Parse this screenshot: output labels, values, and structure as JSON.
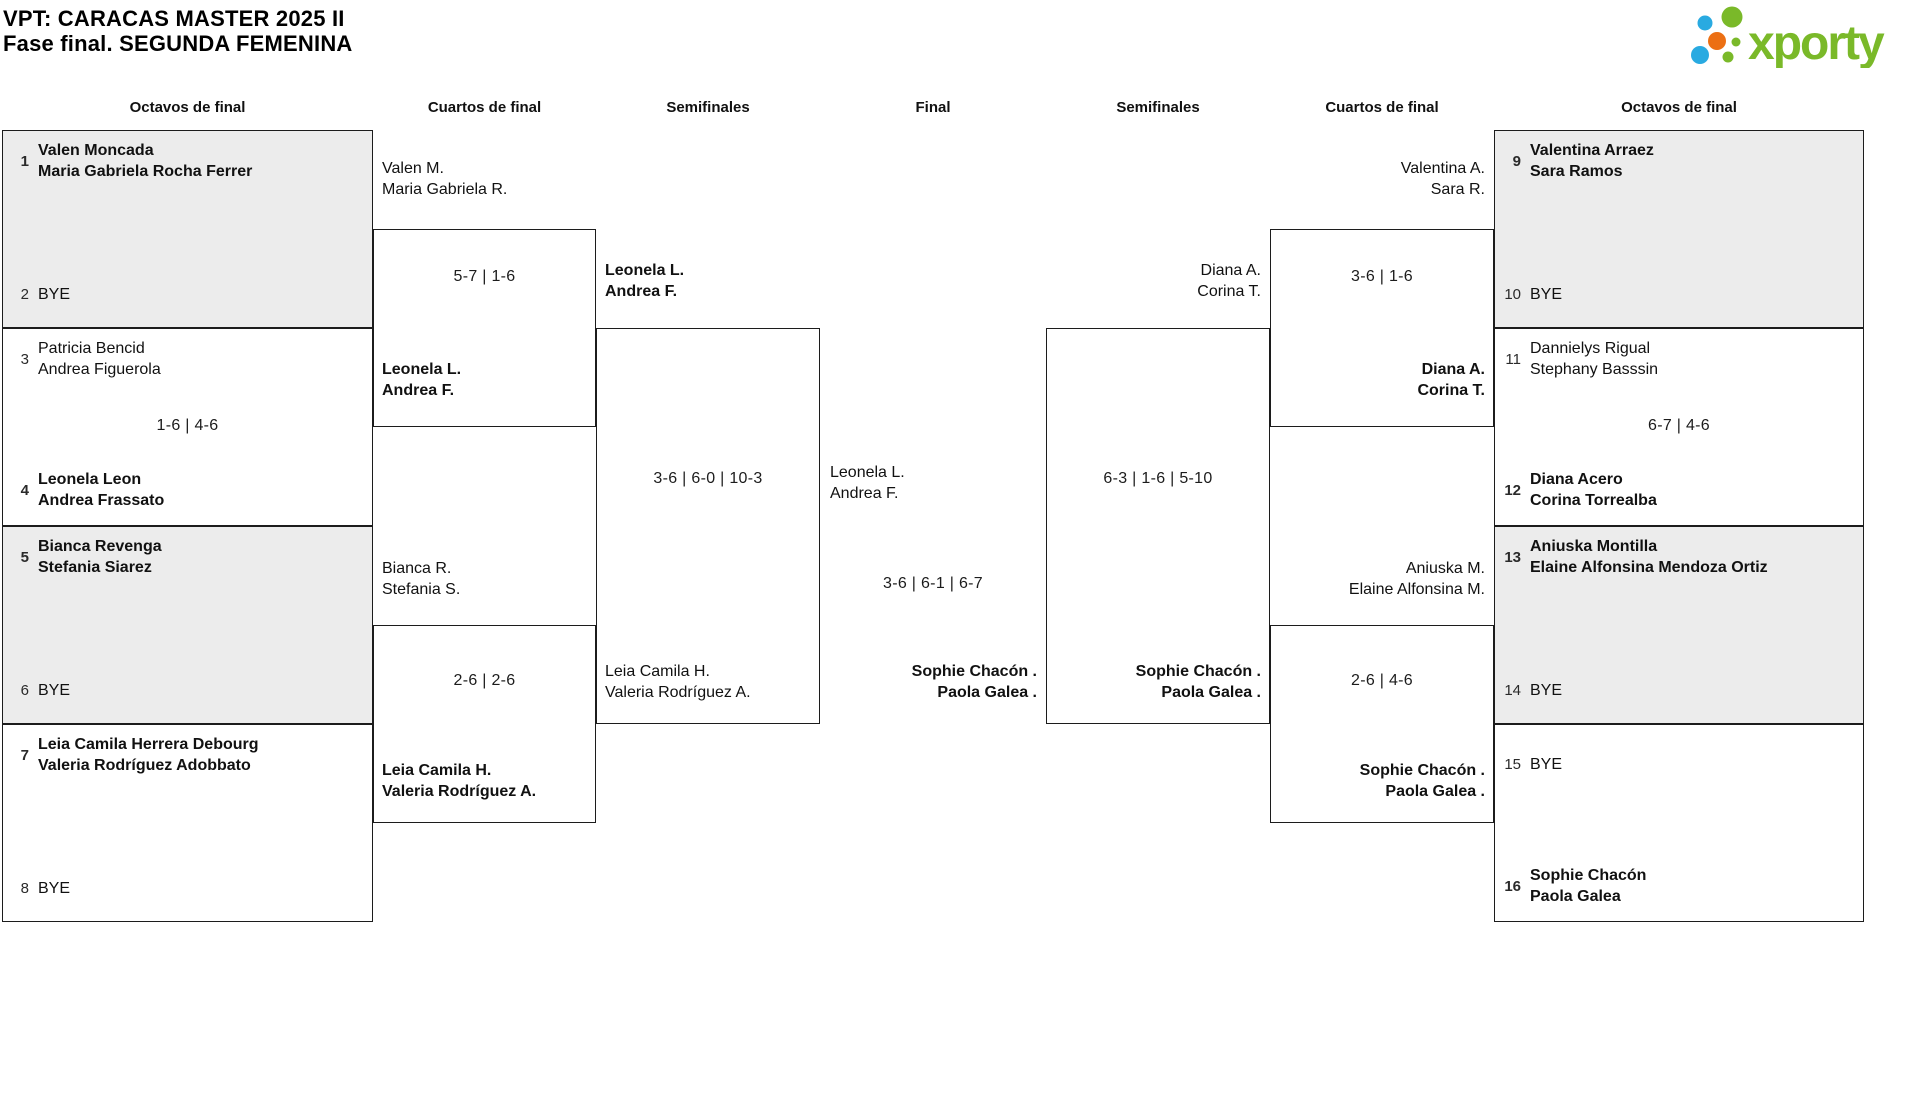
{
  "title": {
    "line1": "VPT: CARACAS MASTER 2025 II",
    "line2": "Fase final. SEGUNDA FEMENINA"
  },
  "logo": {
    "brand": "xporty"
  },
  "colors": {
    "logo_green": "#7ab929",
    "logo_blue": "#29aae1",
    "logo_orange": "#ec6f13",
    "shaded_box": "#ececec"
  },
  "round_headers": [
    "Octavos de final",
    "Cuartos de final",
    "Semifinales",
    "Final",
    "Semifinales",
    "Cuartos de final",
    "Octavos de final"
  ],
  "chart_data": {
    "type": "table",
    "title": "VPT: CARACAS MASTER 2025 II — Fase final. SEGUNDA FEMENINA (bracket)",
    "rounds": [
      "Octavos de final",
      "Cuartos de final",
      "Semifinales",
      "Final"
    ],
    "entries": [
      {
        "seed": 1,
        "team": "Valen Moncada / Maria Gabriela Rocha Ferrer"
      },
      {
        "seed": 2,
        "team": "BYE"
      },
      {
        "seed": 3,
        "team": "Patricia Bencid / Andrea Figuerola"
      },
      {
        "seed": 4,
        "team": "Leonela Leon / Andrea Frassato"
      },
      {
        "seed": 5,
        "team": "Bianca Revenga / Stefania Siarez"
      },
      {
        "seed": 6,
        "team": "BYE"
      },
      {
        "seed": 7,
        "team": "Leia Camila Herrera Debourg / Valeria Rodríguez Adobbato"
      },
      {
        "seed": 8,
        "team": "BYE"
      },
      {
        "seed": 9,
        "team": "Valentina Arraez / Sara Ramos"
      },
      {
        "seed": 10,
        "team": "BYE"
      },
      {
        "seed": 11,
        "team": "Dannielys Rigual / Stephany Basssin"
      },
      {
        "seed": 12,
        "team": "Diana Acero / Corina Torrealba"
      },
      {
        "seed": 13,
        "team": "Aniuska Montilla / Elaine Alfonsina Mendoza Ortiz"
      },
      {
        "seed": 14,
        "team": "BYE"
      },
      {
        "seed": 15,
        "team": "BYE"
      },
      {
        "seed": 16,
        "team": "Sophie Chacón / Paola Galea"
      }
    ],
    "results": [
      {
        "round": "Octavos",
        "match": "3-4",
        "score": "1-6 | 4-6",
        "winner": "Leonela Leon / Andrea Frassato"
      },
      {
        "round": "Octavos",
        "match": "11-12",
        "score": "6-7 | 4-6",
        "winner": "Diana Acero / Corina Torrealba"
      },
      {
        "round": "Cuartos",
        "match": "QF1",
        "score": "5-7 | 1-6",
        "winner": "Leonela L. / Andrea F."
      },
      {
        "round": "Cuartos",
        "match": "QF2",
        "score": "2-6 | 2-6",
        "winner": "Leia Camila H. / Valeria Rodríguez A."
      },
      {
        "round": "Cuartos",
        "match": "QF3",
        "score": "3-6 | 1-6",
        "winner": "Diana A. / Corina T."
      },
      {
        "round": "Cuartos",
        "match": "QF4",
        "score": "2-6 | 4-6",
        "winner": "Sophie Chacón . / Paola Galea ."
      },
      {
        "round": "Semifinal",
        "match": "SF izquierda",
        "score": "3-6 | 6-0 | 10-3",
        "winner": "Leonela L. / Andrea F."
      },
      {
        "round": "Semifinal",
        "match": "SF derecha",
        "score": "6-3 | 1-6 | 5-10",
        "winner": "Sophie Chacón . / Paola Galea ."
      },
      {
        "round": "Final",
        "match": "Final",
        "score": "3-6 | 6-1 | 6-7",
        "winner": "Sophie Chacón . / Paola Galea ."
      }
    ]
  },
  "matches": {
    "ol1": {
      "top_seed": "1",
      "top_names": [
        "Valen Moncada",
        "Maria Gabriela Rocha Ferrer"
      ],
      "bottom_seed": "2",
      "bottom_bye": "BYE"
    },
    "ol2": {
      "top_seed": "3",
      "top_names": [
        "Patricia Bencid",
        "Andrea Figuerola"
      ],
      "score": "1-6 | 4-6",
      "bottom_seed": "4",
      "bottom_names": [
        "Leonela Leon",
        "Andrea Frassato"
      ]
    },
    "ol3": {
      "top_seed": "5",
      "top_names": [
        "Bianca Revenga",
        "Stefania Siarez"
      ],
      "bottom_seed": "6",
      "bottom_bye": "BYE"
    },
    "ol4": {
      "top_seed": "7",
      "top_names": [
        "Leia Camila Herrera Debourg",
        "Valeria Rodríguez Adobbato"
      ],
      "bottom_seed": "8",
      "bottom_bye": "BYE"
    },
    "or1": {
      "top_seed": "9",
      "top_names": [
        "Valentina Arraez",
        "Sara Ramos"
      ],
      "bottom_seed": "10",
      "bottom_bye": "BYE"
    },
    "or2": {
      "top_seed": "11",
      "top_names": [
        "Dannielys Rigual",
        "Stephany Basssin"
      ],
      "score": "6-7 | 4-6",
      "bottom_seed": "12",
      "bottom_names": [
        "Diana Acero",
        "Corina Torrealba"
      ]
    },
    "or3": {
      "top_seed": "13",
      "top_names": [
        "Aniuska Montilla",
        "Elaine Alfonsina Mendoza Ortiz"
      ],
      "bottom_seed": "14",
      "bottom_bye": "BYE"
    },
    "or4": {
      "top_seed": "15",
      "top_bye": "BYE",
      "bottom_seed": "16",
      "bottom_names": [
        "Sophie Chacón",
        "Paola Galea"
      ]
    },
    "qf1": {
      "team1": [
        "Valen M.",
        "Maria Gabriela R."
      ],
      "score": "5-7 | 1-6",
      "team2": [
        "Leonela L.",
        "Andrea F."
      ]
    },
    "qf2": {
      "team1": [
        "Bianca R.",
        "Stefania S."
      ],
      "score": "2-6 | 2-6",
      "team2": [
        "Leia Camila H.",
        "Valeria Rodríguez A."
      ]
    },
    "qf3": {
      "team1": [
        "Valentina A.",
        "Sara R."
      ],
      "score": "3-6 | 1-6",
      "team2": [
        "Diana A.",
        "Corina T."
      ]
    },
    "qf4": {
      "team1": [
        "Aniuska M.",
        "Elaine Alfonsina M."
      ],
      "score": "2-6 | 4-6",
      "team2": [
        "Sophie Chacón .",
        "Paola Galea ."
      ]
    },
    "sfl": {
      "team1": [
        "Leonela L.",
        "Andrea F."
      ],
      "score": "3-6 | 6-0 | 10-3",
      "team2": [
        "Leia Camila H.",
        "Valeria Rodríguez A."
      ]
    },
    "sfr": {
      "team1": [
        "Diana A.",
        "Corina T."
      ],
      "score": "6-3 | 1-6 | 5-10",
      "team2": [
        "Sophie Chacón .",
        "Paola Galea ."
      ]
    },
    "final": {
      "team1": [
        "Leonela L.",
        "Andrea F."
      ],
      "score": "3-6 | 6-1 | 6-7",
      "team2": [
        "Sophie Chacón .",
        "Paola Galea ."
      ]
    }
  }
}
